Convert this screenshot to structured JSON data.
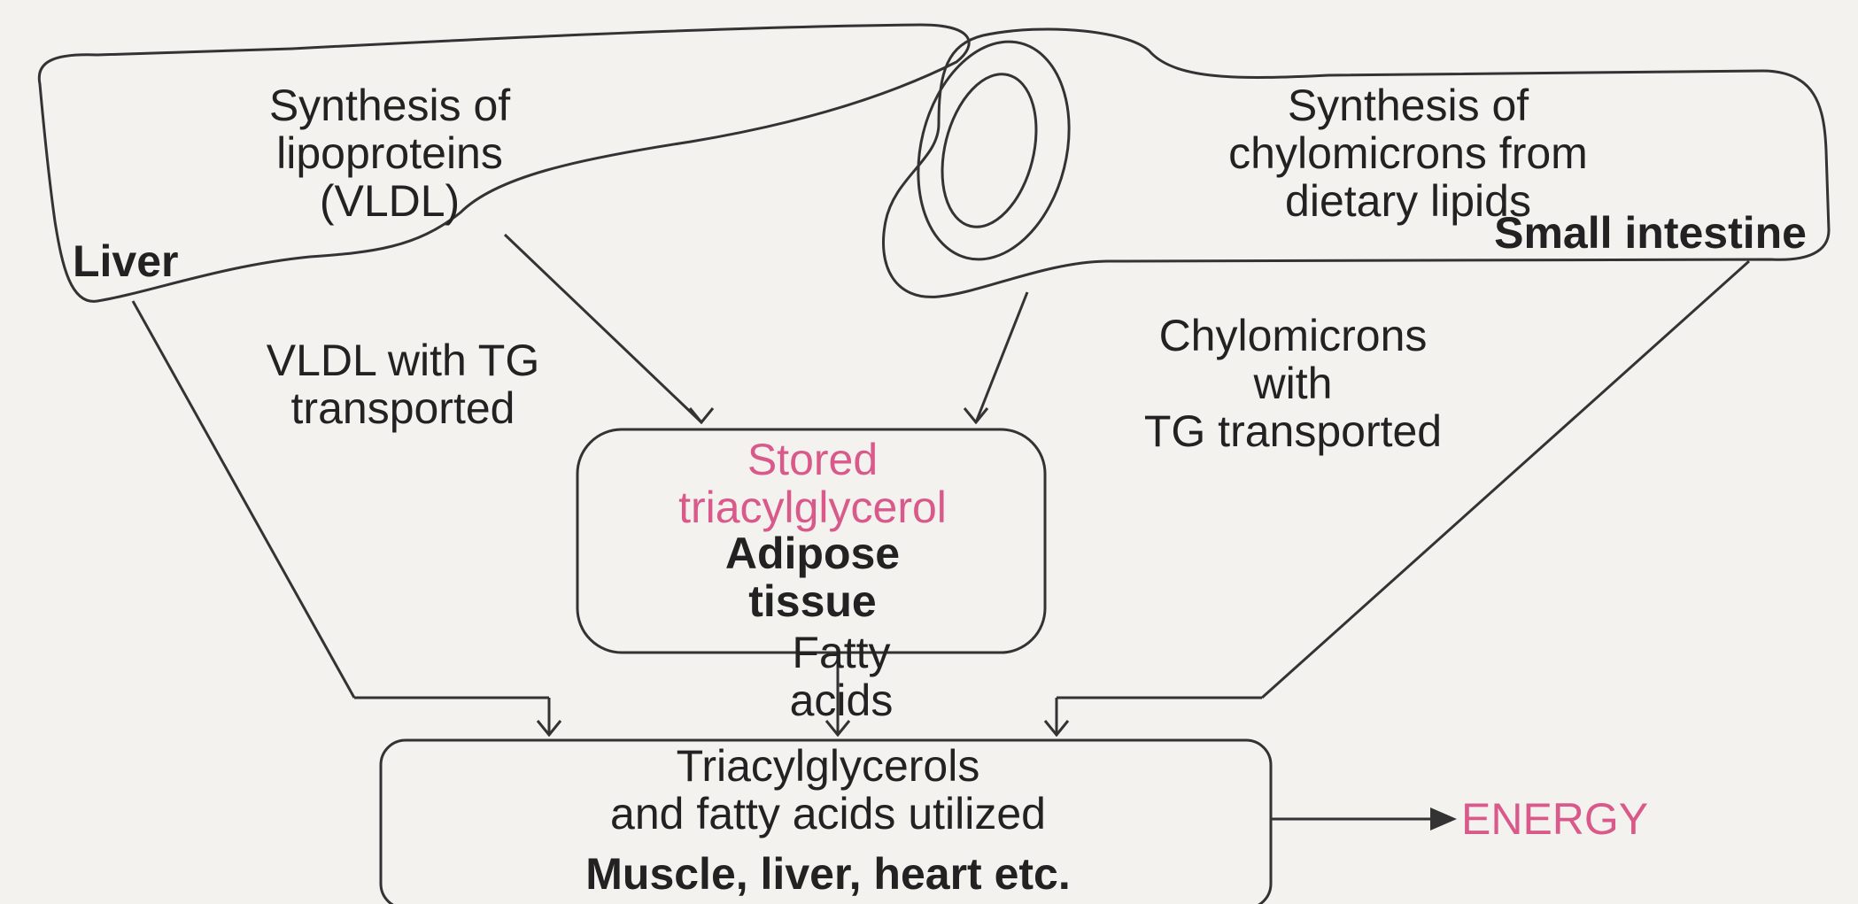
{
  "liver": {
    "process": "Synthesis of\nlipoproteins\n(VLDL)",
    "organ": "Liver"
  },
  "intestine": {
    "process": "Synthesis of\nchylomicrons from\ndietary lipids",
    "organ": "Small intestine"
  },
  "vldl_flow": "VLDL with TG\ntransported",
  "chylo_flow": "Chylomicrons\nwith\nTG transported",
  "adipose": {
    "stored": "Stored\ntriacylglycerol",
    "organ": "Adipose\ntissue"
  },
  "fatty_acids": "Fatty\nacids",
  "utilization": {
    "process": "Triacylglycerols\nand fatty acids utilized",
    "organs": "Muscle, liver, heart etc."
  },
  "energy": "ENERGY",
  "colors": {
    "stroke": "#333333",
    "highlight": "#d9598a",
    "background": "#f3f2ef"
  }
}
